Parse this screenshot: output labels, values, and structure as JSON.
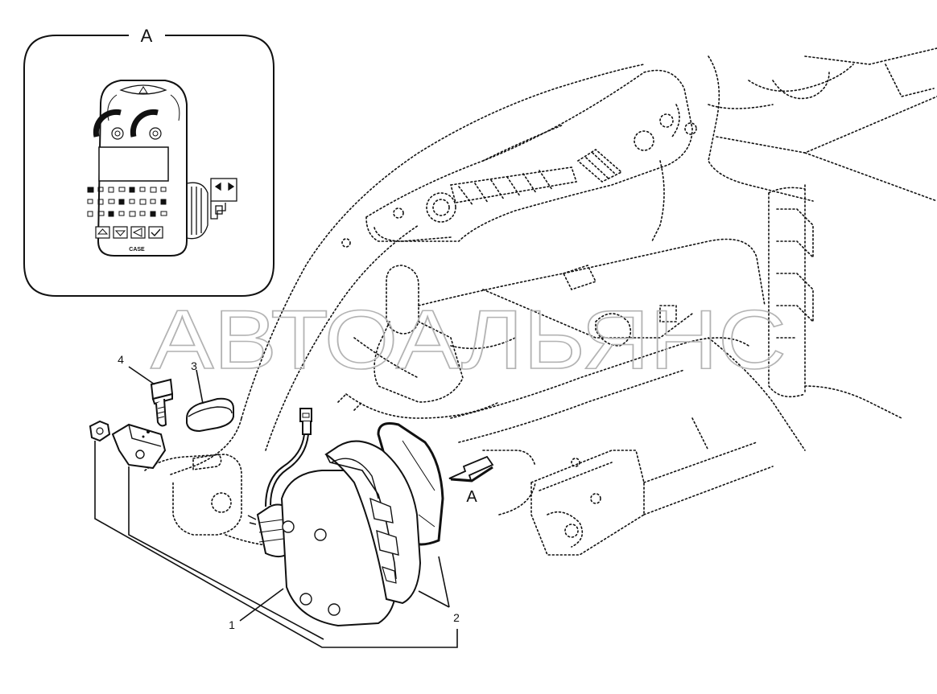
{
  "inset": {
    "view_label": "A",
    "panel_brand": "CASE"
  },
  "watermark": {
    "text": "АВТОАЛЬЯНС"
  },
  "view_arrow_label": "A",
  "callouts": [
    "1",
    "2",
    "3",
    "4"
  ],
  "colors": {
    "line": "#111111",
    "background": "#ffffff",
    "watermark_stroke": "#bdbdbd"
  }
}
